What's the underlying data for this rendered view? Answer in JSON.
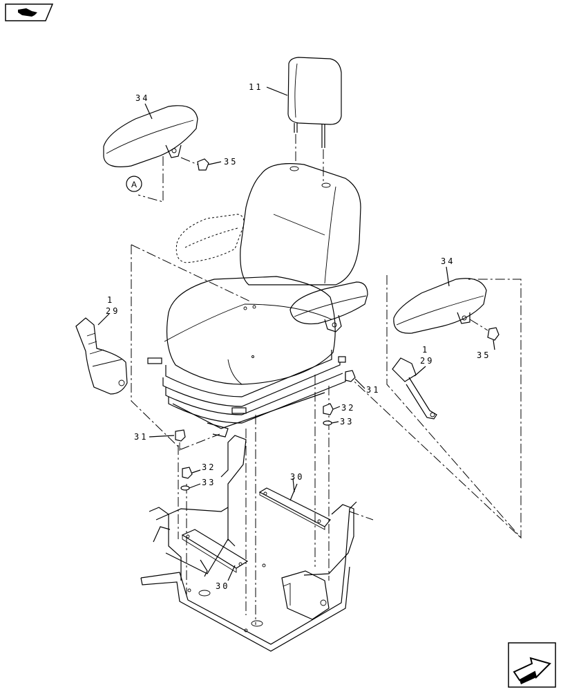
{
  "callouts": {
    "headrest": "11",
    "armrest_left": "34",
    "armrest_right": "34",
    "bolt_left_arm": "35",
    "bolt_right_arm": "35",
    "belt_left_top": "1",
    "belt_left_bottom": "29",
    "belt_right_top": "1",
    "belt_right_bottom": "29",
    "bolt_31_right": "31",
    "bolt_31_left": "31",
    "bolt_32_right": "32",
    "washer_33_right": "33",
    "bolt_32_left": "32",
    "washer_33_left": "33",
    "plate_30_upper": "30",
    "plate_30_lower": "30"
  },
  "reference_marker": "A",
  "icons": {
    "top_left": "previous-page-icon",
    "bottom_right": "next-page-icon"
  }
}
